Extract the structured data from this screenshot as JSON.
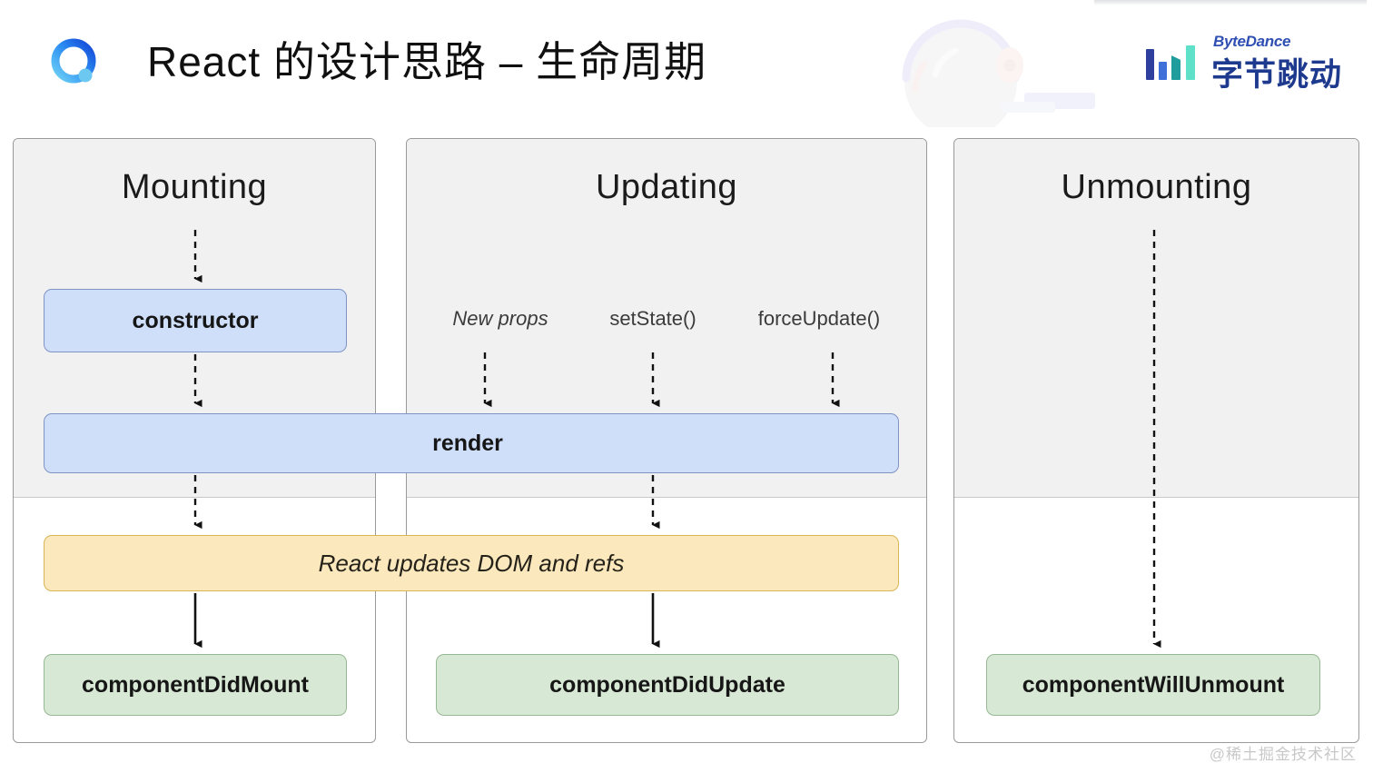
{
  "header": {
    "title": "React 的设计思路 – 生命周期",
    "logo_icon": "react-course-circle-logo",
    "brand": {
      "name_en": "ByteDance",
      "name_cn": "字节跳动",
      "bars_icon": "bytedance-bars-logo",
      "bar_colors": [
        "#2f3f9e",
        "#3f6fd8",
        "#1f9c9c",
        "#5fe0c8"
      ]
    },
    "decoration_icon": "faint-mascot-watermark"
  },
  "diagram": {
    "panels": [
      {
        "id": "mounting",
        "title": "Mounting"
      },
      {
        "id": "updating",
        "title": "Updating"
      },
      {
        "id": "unmounting",
        "title": "Unmounting"
      }
    ],
    "triggers": [
      {
        "label": "New props",
        "style": "italic"
      },
      {
        "label": "setState()",
        "style": "normal"
      },
      {
        "label": "forceUpdate()",
        "style": "normal"
      }
    ],
    "boxes": [
      {
        "id": "constructor",
        "label": "constructor",
        "color": "blue"
      },
      {
        "id": "render",
        "label": "render",
        "color": "blue"
      },
      {
        "id": "react-updates",
        "label": "React updates DOM and refs",
        "color": "yellow"
      },
      {
        "id": "componentDidMount",
        "label": "componentDidMount",
        "color": "green"
      },
      {
        "id": "componentDidUpdate",
        "label": "componentDidUpdate",
        "color": "green"
      },
      {
        "id": "componentWillUnmount",
        "label": "componentWillUnmount",
        "color": "green"
      }
    ],
    "colors": {
      "panel_background": "#f1f1f1",
      "panel_border": "#9a9a9a",
      "blue_fill": "#cfdffa",
      "blue_border": "#7f93c4",
      "yellow_fill": "#fbe8bd",
      "yellow_border": "#d6b656",
      "green_fill": "#d7e8d4",
      "green_border": "#97b894"
    }
  },
  "watermark": {
    "text": "@稀土掘金技术社区"
  }
}
